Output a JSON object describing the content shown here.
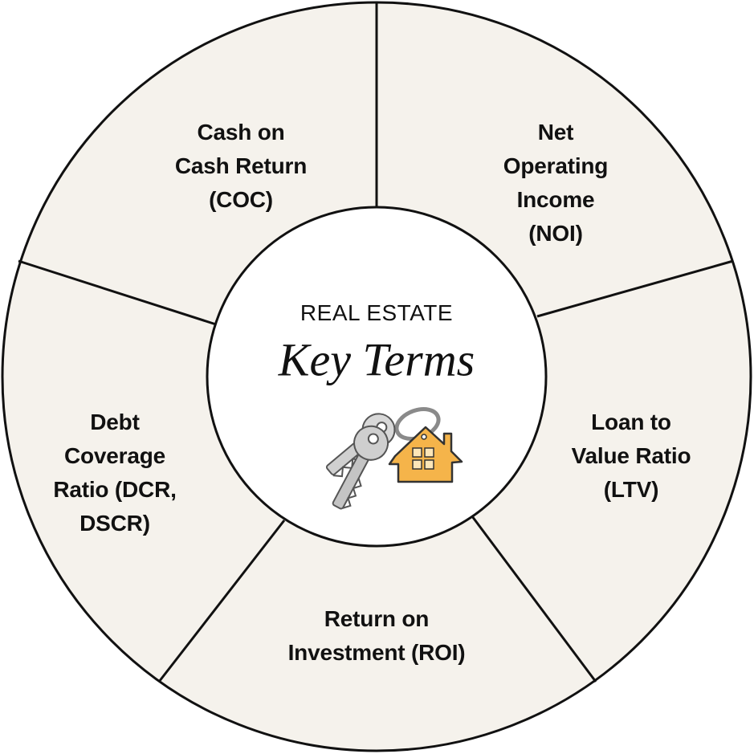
{
  "center": {
    "kicker": "REAL ESTATE",
    "title": "Key Terms",
    "icon": "house-keychain-icon"
  },
  "segments": [
    {
      "id": "coc",
      "label": "Cash on\nCash Return\n(COC)"
    },
    {
      "id": "noi",
      "label": "Net\nOperating\nIncome\n(NOI)"
    },
    {
      "id": "ltv",
      "label": "Loan to\nValue Ratio\n(LTV)"
    },
    {
      "id": "roi",
      "label": "Return on\nInvestment (ROI)"
    },
    {
      "id": "dcr",
      "label": "Debt\nCoverage\nRatio (DCR,\nDSCR)"
    }
  ],
  "colors": {
    "segment_fill": "#f5f2ec",
    "stroke": "#111111",
    "center_fill": "#ffffff",
    "key_metal": "#c9c9c9",
    "house_fill": "#f5b44a"
  }
}
